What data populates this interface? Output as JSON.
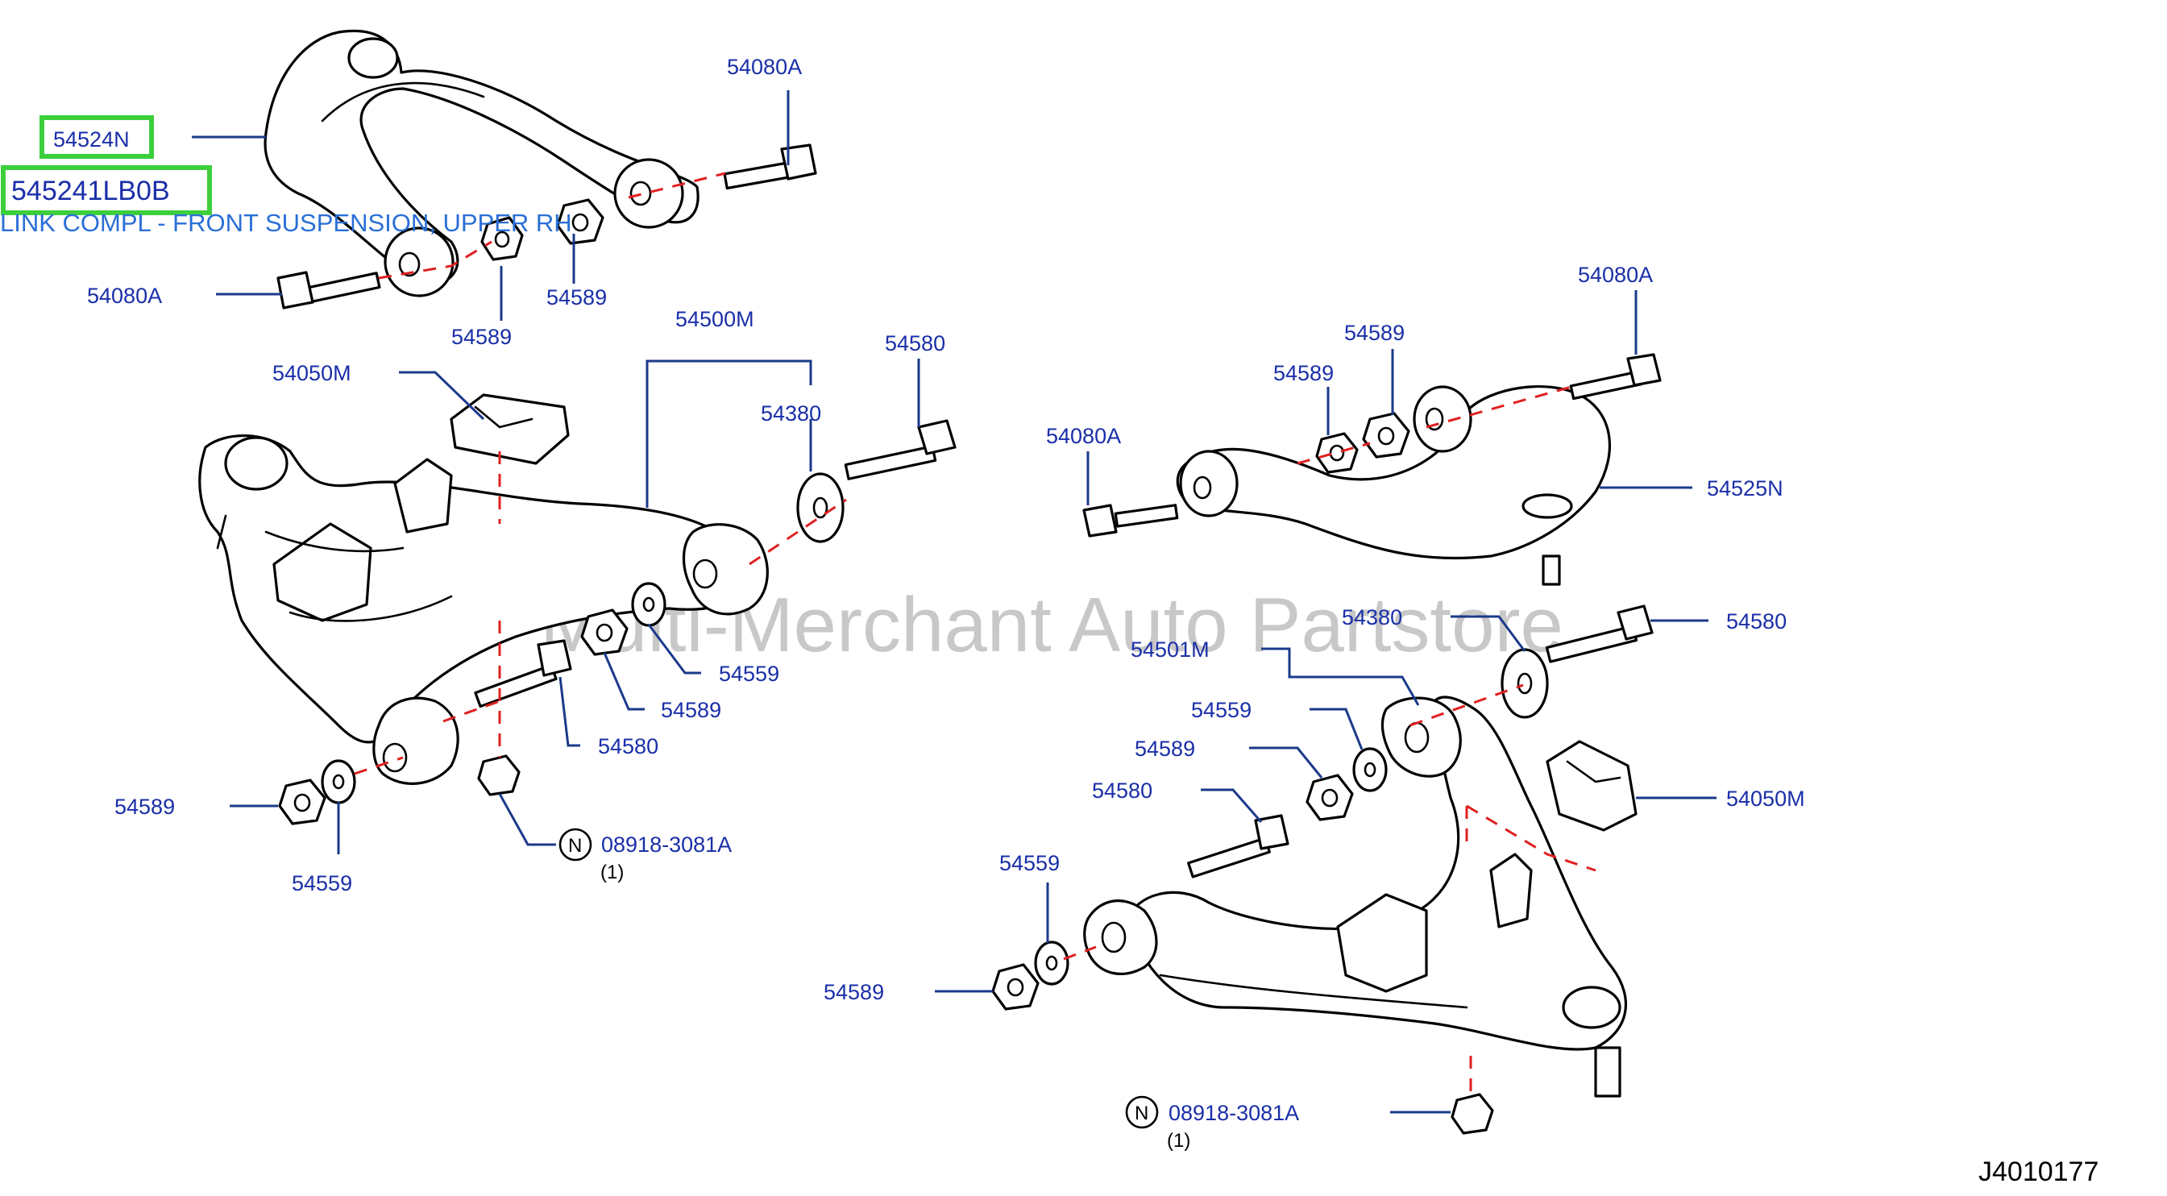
{
  "diagram": {
    "watermark": "Multi-Merchant Auto Partstore",
    "drawing_code": "J4010177",
    "highlight": {
      "part_number": "54524N",
      "catalog_number": "545241LB0B",
      "description": "LINK COMPL - FRONT SUSPENSION, UPPER RH"
    },
    "labels": {
      "ul_bolt_right": "54080A",
      "ul_bolt_left": "54080A",
      "ul_nut_a": "54589",
      "ul_nut_b": "54589",
      "ll_arm_ref": "54500M",
      "ll_bumper": "54050M",
      "ll_bolt_top": "54580",
      "ll_washer_top": "54380",
      "ll_washer_mid": "54559",
      "ll_nut_mid": "54589",
      "ll_bolt_mid": "54580",
      "ll_nut_left": "54589",
      "ll_washer_left": "54559",
      "ll_nut_n": "08918-3081A",
      "ll_qty": "(1)",
      "ur_bolt_top": "54080A",
      "ur_nut_a": "54589",
      "ur_nut_b": "54589",
      "ur_bolt_left": "54080A",
      "ur_arm": "54525N",
      "lr_washer_top": "54380",
      "lr_bolt_top": "54580",
      "lr_arm_ref": "54501M",
      "lr_washer_mid": "54559",
      "lr_nut_mid": "54589",
      "lr_bolt_mid": "54580",
      "lr_bumper": "54050M",
      "lr_washer_left": "54559",
      "lr_nut_left": "54589",
      "lr_nut_n": "08918-3081A",
      "lr_qty": "(1)"
    },
    "circle_letter": "N"
  }
}
